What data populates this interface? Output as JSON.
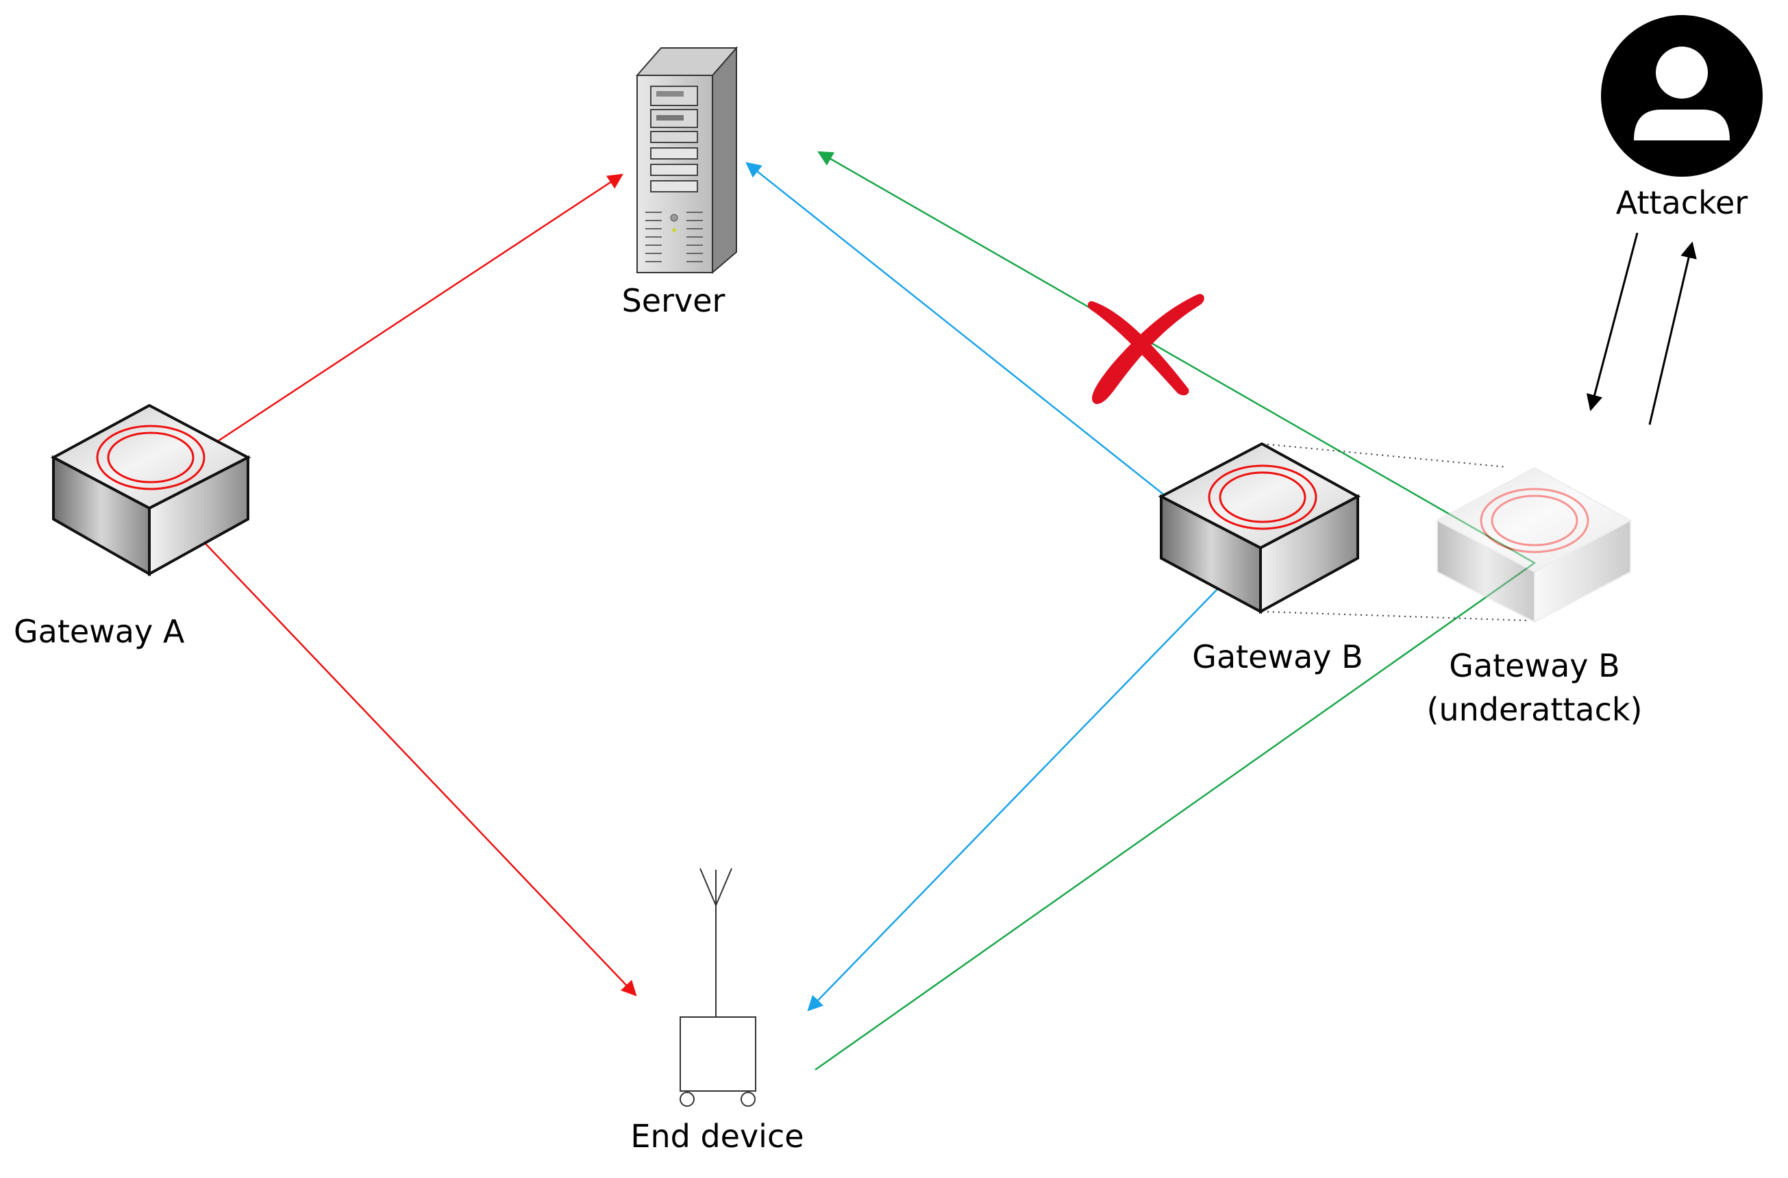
{
  "nodes": {
    "server": {
      "label": "Server"
    },
    "gateway_a": {
      "label": "Gateway A"
    },
    "gateway_b": {
      "label": "Gateway B"
    },
    "gateway_b_attacked": {
      "label_line1": "Gateway B",
      "label_line2": "(underattack)"
    },
    "attacker": {
      "label": "Attacker"
    },
    "end_device": {
      "label": "End device"
    }
  },
  "colors": {
    "path_gateway_a": "#ee1111",
    "path_gateway_b": "#1aa3e8",
    "path_attack": "#1aa64a",
    "blocked_mark": "#e01020",
    "attacker_link": "#000000"
  }
}
